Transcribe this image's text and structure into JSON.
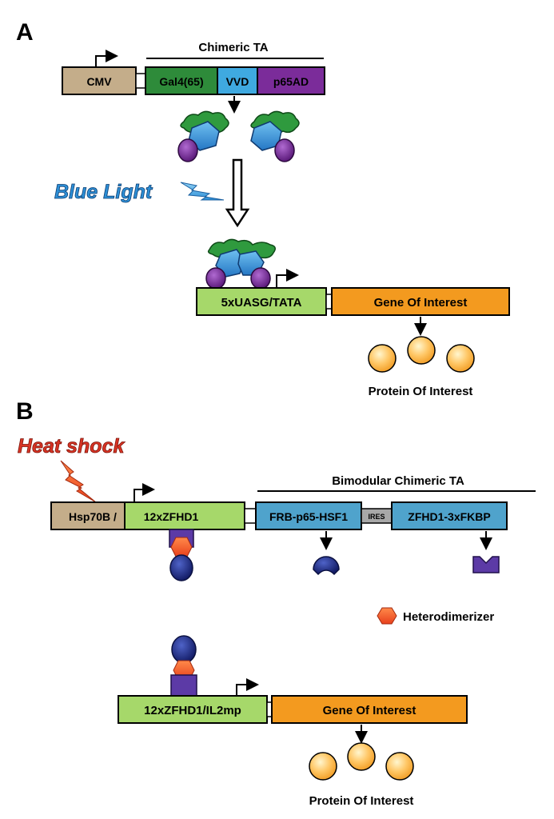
{
  "panel_a": {
    "letter": "A",
    "chimeric_ta_label": "Chimeric TA",
    "promoter_cmv": "CMV",
    "gal4": "Gal4(65)",
    "vvd": "VVD",
    "p65ad": "p65AD",
    "trigger_label": "Blue Light",
    "uasg_label": "5xUASG/TATA",
    "gene_label": "Gene Of Interest",
    "protein_label": "Protein Of Interest"
  },
  "panel_b": {
    "letter": "B",
    "trigger_label": "Heat shock",
    "promoter_label": "Hsp70B /",
    "zfhd1_label": "12xZFHD1",
    "bimodular_label": "Bimodular Chimeric TA",
    "frb_label": "FRB-p65-HSF1",
    "ires_label": "IRES",
    "zfhd1_fkbp_label": "ZFHD1-3xFKBP",
    "legend_label": "Heterodimerizer",
    "promoter2_label": "12xZFHD1/IL2mp",
    "gene_label": "Gene Of Interest",
    "protein_label": "Protein Of Interest"
  },
  "colors": {
    "cmv_tan": "#c4ad8a",
    "gal4_green": "#2e8b3a",
    "vvd_blue": "#3fa9e0",
    "p65_purple": "#7b2c9a",
    "light_green": "#a6d86a",
    "orange": "#f39a1f",
    "steel_blue": "#4fa3cc",
    "ires_gray": "#a8a8a8",
    "navy": "#1e2a8c",
    "red_orange": "#f25a22",
    "light_blue_text": "#2d8fd6",
    "heat_red": "#d93425"
  }
}
